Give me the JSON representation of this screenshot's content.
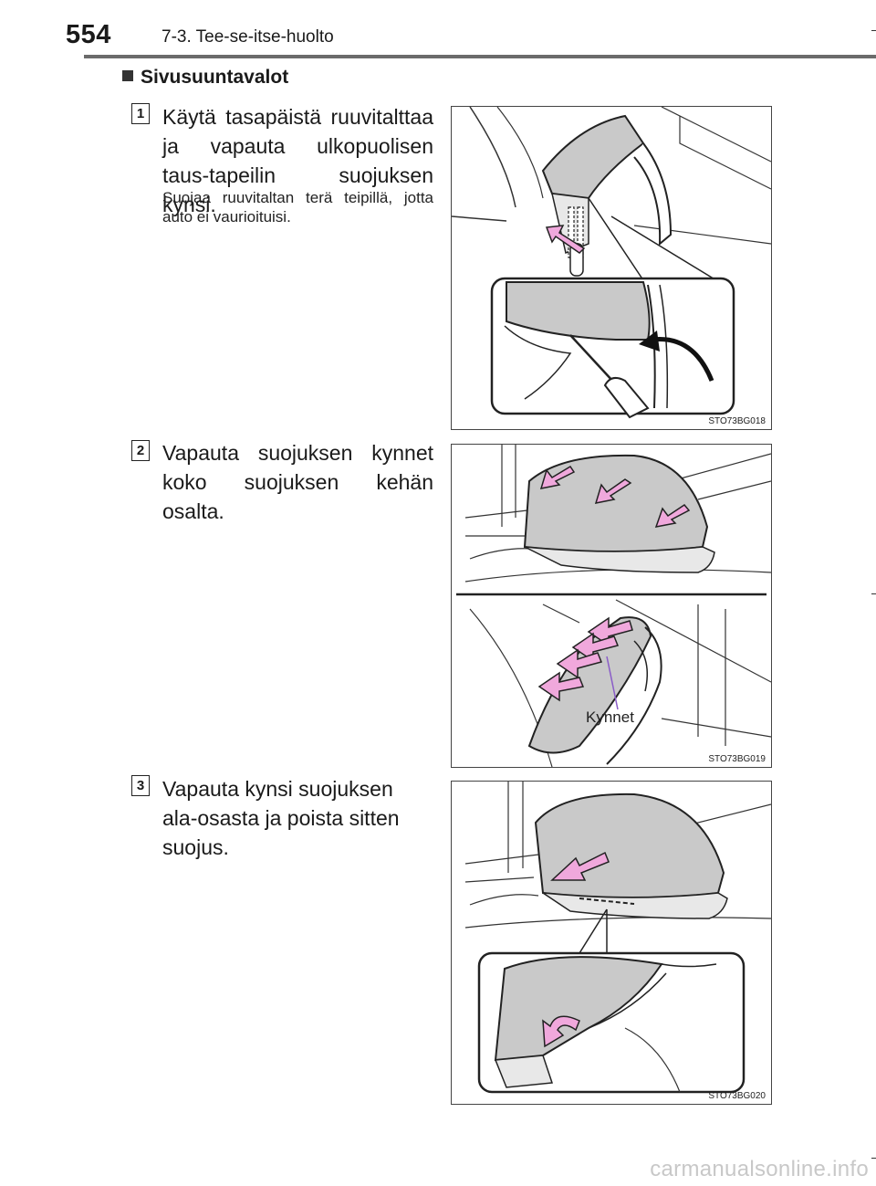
{
  "header": {
    "page_number": "554",
    "section": "7-3. Tee-se-itse-huolto"
  },
  "heading": "Sivusuuntavalot",
  "steps": [
    {
      "number": "1",
      "text": "Käytä tasapäistä ruuvitalttaa ja vapauta ulkopuolisen taus-tapeilin suojuksen kynsi.",
      "note": "Suojaa ruuvitaltan terä teipillä, jotta auto ei vaurioituisi.",
      "figure_code": "STO73BG018"
    },
    {
      "number": "2",
      "text": "Vapauta suojuksen kynnet koko suojuksen kehän osalta.",
      "figure_code": "STO73BG019",
      "figure_label": "Kynnet"
    },
    {
      "number": "3",
      "text": "Vapauta kynsi suojuksen ala-osasta ja poista sitten suojus.",
      "figure_code": "STO73BG020"
    }
  ],
  "watermark": "carmanualsonline.info",
  "colors": {
    "arrow_pink": "#f0a8dc",
    "cover_gray": "#c9c9c9",
    "rule_gray": "#6b6b6b",
    "label_line": "#8a5cc8"
  }
}
